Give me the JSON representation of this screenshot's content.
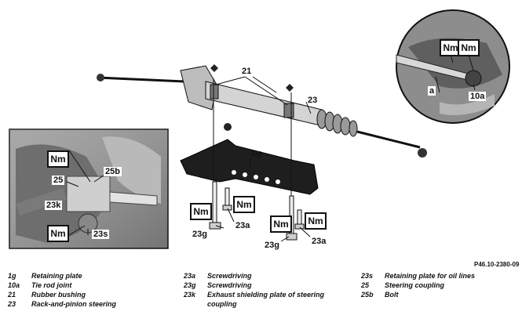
{
  "callouts": {
    "c21": "21",
    "c23": "23",
    "c1g": "1g",
    "c10a": "10a",
    "ca": "a",
    "c25b": "25b",
    "c25": "25",
    "c23k": "23k",
    "c23s": "23s",
    "c23g_l": "23g",
    "c23a_l": "23a",
    "c23g_r": "23g",
    "c23a_r": "23a"
  },
  "nm_label": "Nm",
  "doc_ref": "P46.10-2380-09",
  "legend": {
    "col1": [
      {
        "code": "1g",
        "desc": "Retaining plate"
      },
      {
        "code": "10a",
        "desc": "Tie rod joint"
      },
      {
        "code": "21",
        "desc": "Rubber bushing"
      },
      {
        "code": "23",
        "desc": "Rack-and-pinion steering"
      }
    ],
    "col2": [
      {
        "code": "23a",
        "desc": "Screwdriving"
      },
      {
        "code": "23g",
        "desc": "Screwdriving"
      },
      {
        "code": "23k",
        "desc": "Exhaust shielding plate of steering coupling"
      }
    ],
    "col3": [
      {
        "code": "23s",
        "desc": "Retaining plate for oil lines"
      },
      {
        "code": "25",
        "desc": "Steering coupling"
      },
      {
        "code": "25b",
        "desc": "Bolt"
      }
    ]
  }
}
